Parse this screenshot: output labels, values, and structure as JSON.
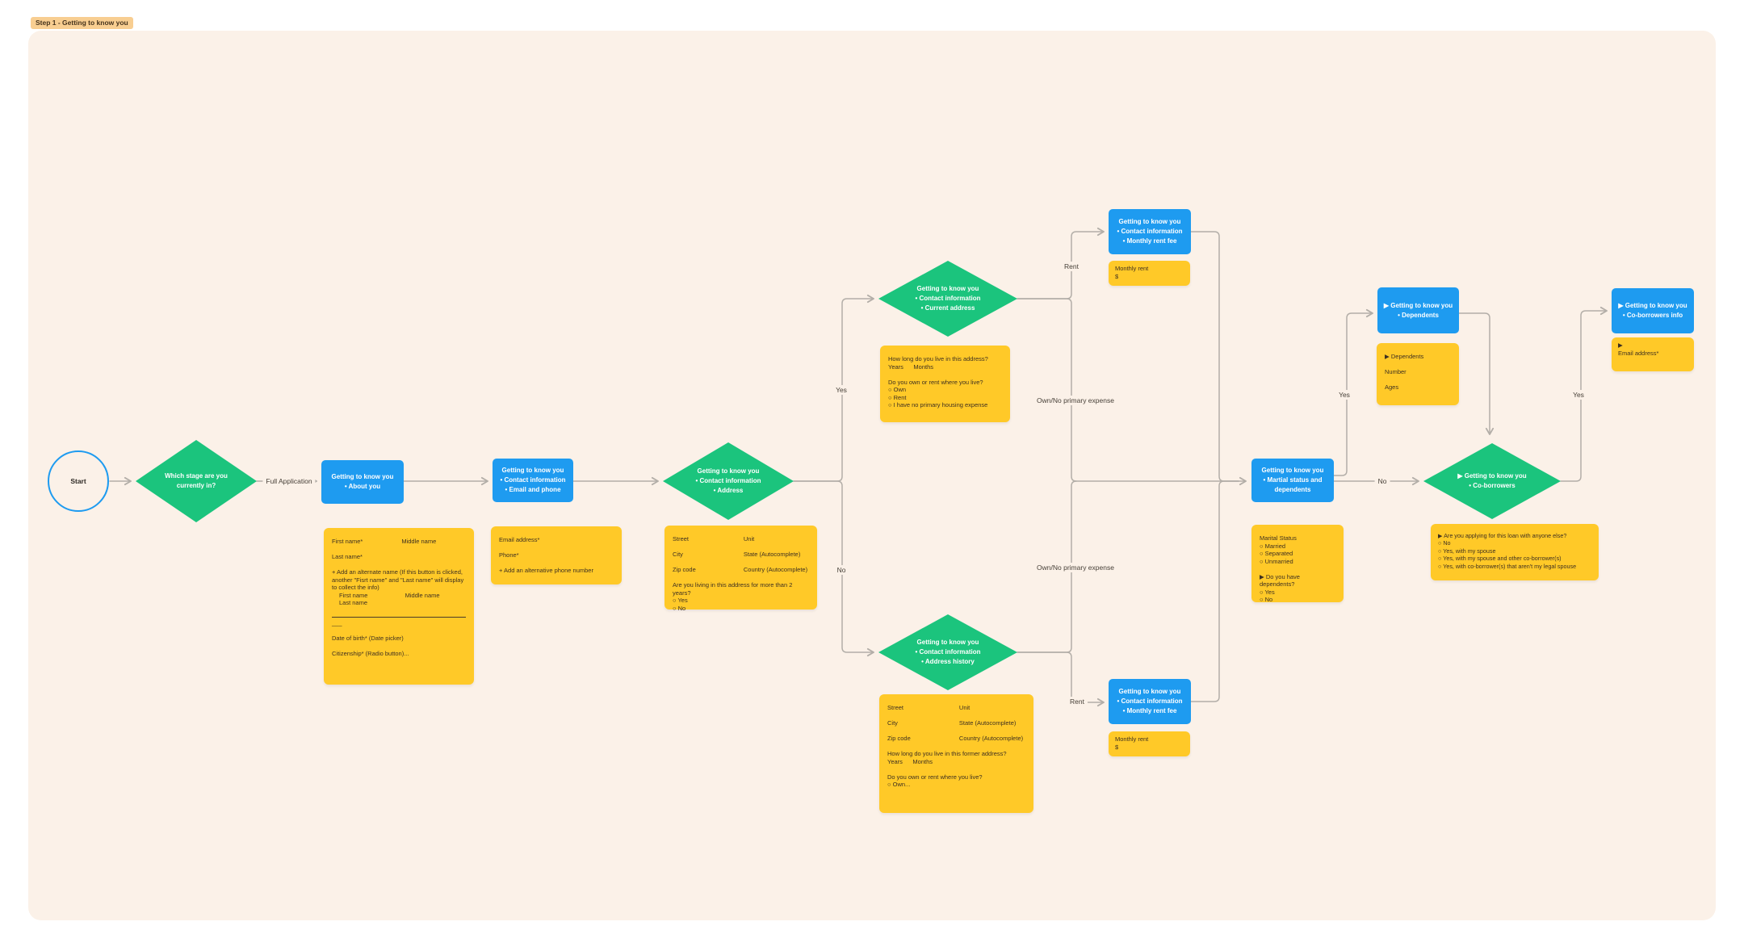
{
  "section_tag": "Step 1 - Getting to know you",
  "colors": {
    "canvas_background": "#FBF1E8",
    "shape_blue": "#1E9BF0",
    "shape_green": "#1BC47D",
    "sticky_yellow": "#FFC928",
    "tag_background": "#F8CE91",
    "connector_gray": "#B3AEA8"
  },
  "shapes": {
    "start": "Start",
    "stage_diamond": "Which stage are you\ncurrently in?",
    "about_box": "Getting to know you\n• About you",
    "email_phone_box": "Getting to know you\n• Contact information\n• Email and phone",
    "address_diamond": "Getting to know you\n• Contact information\n• Address",
    "current_address_diamond": "Getting to know you\n• Contact information\n• Current address",
    "address_history_diamond": "Getting to know you\n• Contact information\n• Address history",
    "monthly_rent_box_top": "Getting to know you\n• Contact information\n• Monthly rent fee",
    "monthly_rent_box_bottom": "Getting to know you\n• Contact information\n• Monthly rent fee",
    "marital_box": "Getting to know you\n• Martial status and\ndependents",
    "dependents_box": "▶ Getting to know you\n• Dependents",
    "coborrowers_diamond": "▶ Getting to know you\n• Co-borrowers",
    "coborrowers_info_box": "▶ Getting to know you\n• Co-borrowers info"
  },
  "edge_labels": {
    "full_application": "Full Application",
    "yes_address": "Yes",
    "no_address": "No",
    "rent_top": "Rent",
    "own_top": "Own/No primary expense",
    "rent_bottom": "Rent",
    "own_bottom": "Own/No primary expense",
    "yes_dependents": "Yes",
    "no_dependents": "No",
    "yes_coborrowers": "Yes"
  },
  "notes": {
    "about": {
      "first_name": "First name*",
      "middle_name": "Middle name",
      "last_name": "Last name*",
      "alt_name": "+ Add an alternate name (If this button is clicked, another \"Fisrt name\" and \"Last name\" will display to collect the info)",
      "alt_first": "First name",
      "alt_middle": "Middle name",
      "alt_last": "Last name",
      "underscores": "___",
      "dob": "Date of birth* (Date picker)",
      "citizenship": "Citizenship* (Radio button)..."
    },
    "email_phone": "Email address*\n\nPhone*\n\n+ Add an alternative phone number",
    "address": {
      "street": "Street",
      "unit": "Unit",
      "city": "City",
      "state": "State (Autocomplete)",
      "zip": "Zip code",
      "country": "Country (Autocomplete)",
      "question": "Are you living in this address for more than 2 years?\n○ Yes\n○ No"
    },
    "current_address": "How long do you live in this address?\nYears      Months\n\nDo you own or rent where you live?\n○ Own\n○ Rent\n○ I have no primary housing expense",
    "monthly_rent_top": "Monthly rent\n$",
    "monthly_rent_bottom": "Monthly rent\n$",
    "address_history": {
      "street": "Street",
      "unit": "Unit",
      "city": "City",
      "state": "State (Autocomplete)",
      "zip": "Zip code",
      "country": "Country (Autocomplete)",
      "question": "How long do you live in this former address?\nYears      Months\n\nDo you own or rent where you live?\n○ Own..."
    },
    "marital": "Marital Status\n○ Married\n○ Separated\n○ Unmarried\n\n▶ Do you have dependents?\n○ Yes\n○ No",
    "dependents": "▶ Dependents\n\nNumber\n\nAges",
    "coborrowers": "▶ Are you applying for this loan with anyone else?\n○ No\n○ Yes, with my spouse\n○ Yes, with my spouse and other co-borrower(s)\n○ Yes, with co-borrower(s) that aren't my legal spouse",
    "coborrower_email": "▶\nEmail address*"
  }
}
